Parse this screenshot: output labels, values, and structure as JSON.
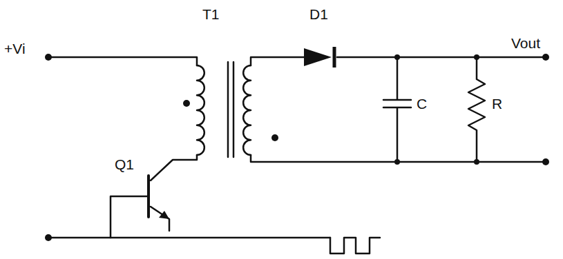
{
  "diagram": {
    "labels": [
      "+Vi",
      "T1",
      "D1",
      "Vout",
      "C",
      "R",
      "Q1"
    ]
  }
}
